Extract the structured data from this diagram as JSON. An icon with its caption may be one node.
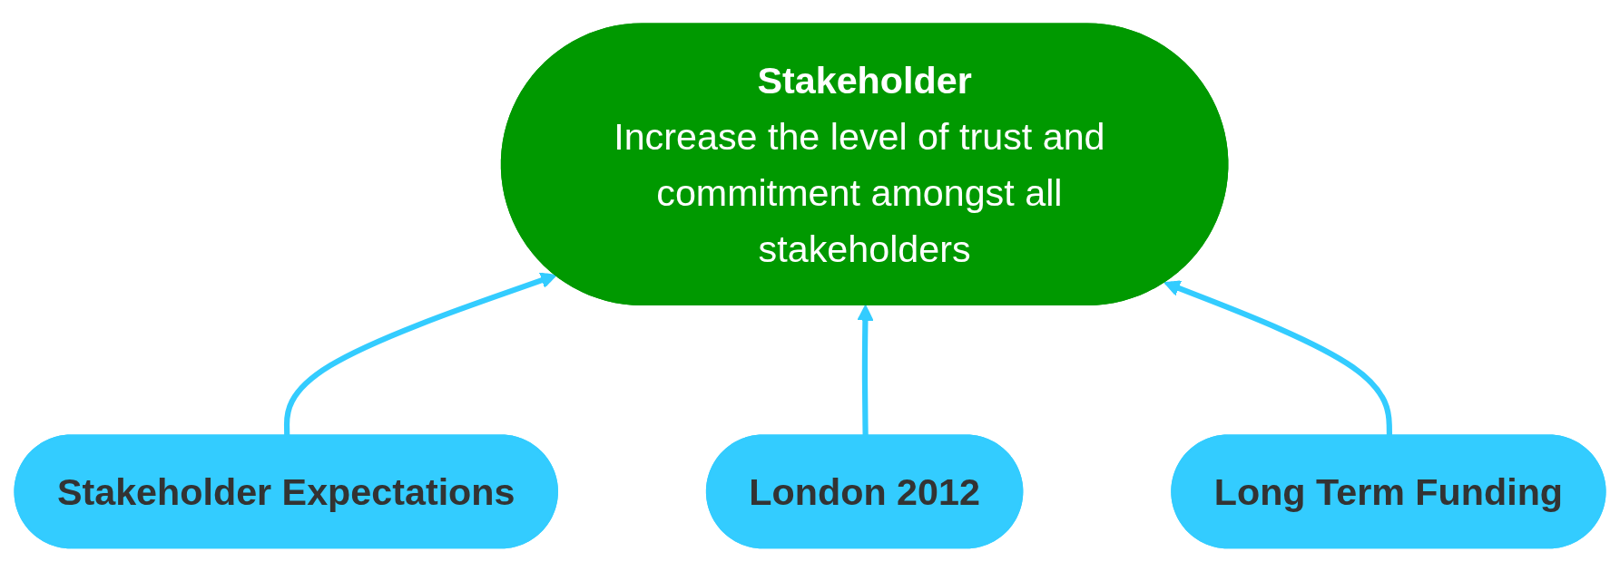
{
  "diagram": {
    "nodes": [
      {
        "text": [
          "Stakeholder",
          "Increase the level of trust and commitment amongst all stakeholders"
        ]
      },
      {
        "text": [
          "Stakeholder Expectations"
        ]
      },
      {
        "text": [
          "London 2012"
        ]
      },
      {
        "text": [
          "Long Term Funding"
        ]
      }
    ],
    "edges": [
      {
        "from": 1,
        "to": 0,
        "arrow": "to"
      },
      {
        "from": 2,
        "to": 0,
        "arrow": "to"
      },
      {
        "from": 3,
        "to": 0,
        "arrow": "to"
      }
    ]
  }
}
